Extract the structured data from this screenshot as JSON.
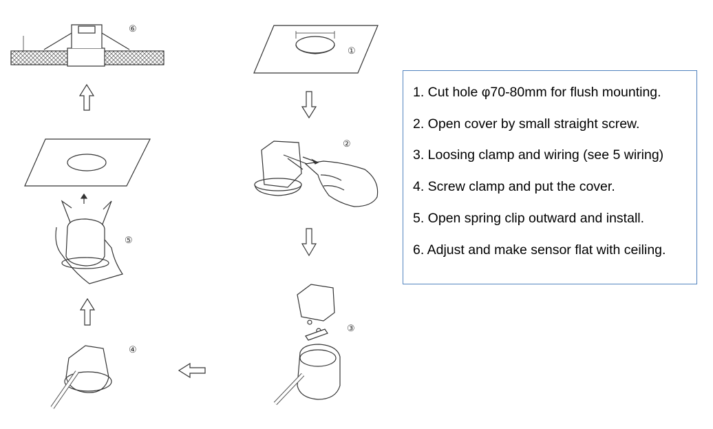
{
  "diagram": {
    "steps": [
      {
        "text": "1.  Cut hole φ70-80mm for flush mounting."
      },
      {
        "text": "2. Open cover by small straight screw."
      },
      {
        "text": "3. Loosing clamp and wiring (see 5 wiring)"
      },
      {
        "text": "4. Screw clamp and put the cover."
      },
      {
        "text": "5. Open spring clip outward and install."
      },
      {
        "text": "6. Adjust and make sensor flat with ceiling."
      }
    ],
    "figure_labels": [
      "①",
      "②",
      "③",
      "④",
      "⑤",
      "⑥"
    ],
    "colors": {
      "box_border": "#4f81bd",
      "line": "#333333"
    }
  }
}
